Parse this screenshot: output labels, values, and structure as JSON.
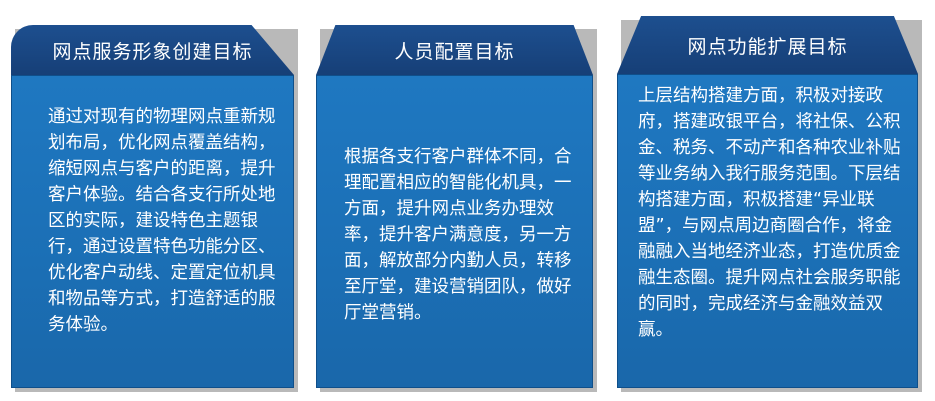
{
  "cards": [
    {
      "title": "网点服务形象创建目标",
      "text": "通过对现有的物理网点重新规划布局，优化网点覆盖结构，缩短网点与客户的距离，提升客户体验。结合各支行所处地区的实际，建设特色主题银行，通过设置特色功能分区、优化客户动线、定置定位机具和物品等方式，打造舒适的服务体验。"
    },
    {
      "title": "人员配置目标",
      "text": "根据各支行客户群体不同，合理配置相应的智能化机具，一方面，提升网点业务办理效率，提升客户满意度，另一方面，解放部分内勤人员，转移至厅堂，建设营销团队，做好厅堂营销。"
    },
    {
      "title": "网点功能扩展目标",
      "text": "上层结构搭建方面，积极对接政府，搭建政银平台，将社保、公积金、税务、不动产和各种农业补贴等业务纳入我行服务范围。下层结构搭建方面，积极搭建“异业联盟”，与网点周边商圈合作，将金融融入当地经济业态，打造优质金融生态圈。提升网点社会服务职能的同时，完成经济与金融效益双赢。"
    }
  ]
}
